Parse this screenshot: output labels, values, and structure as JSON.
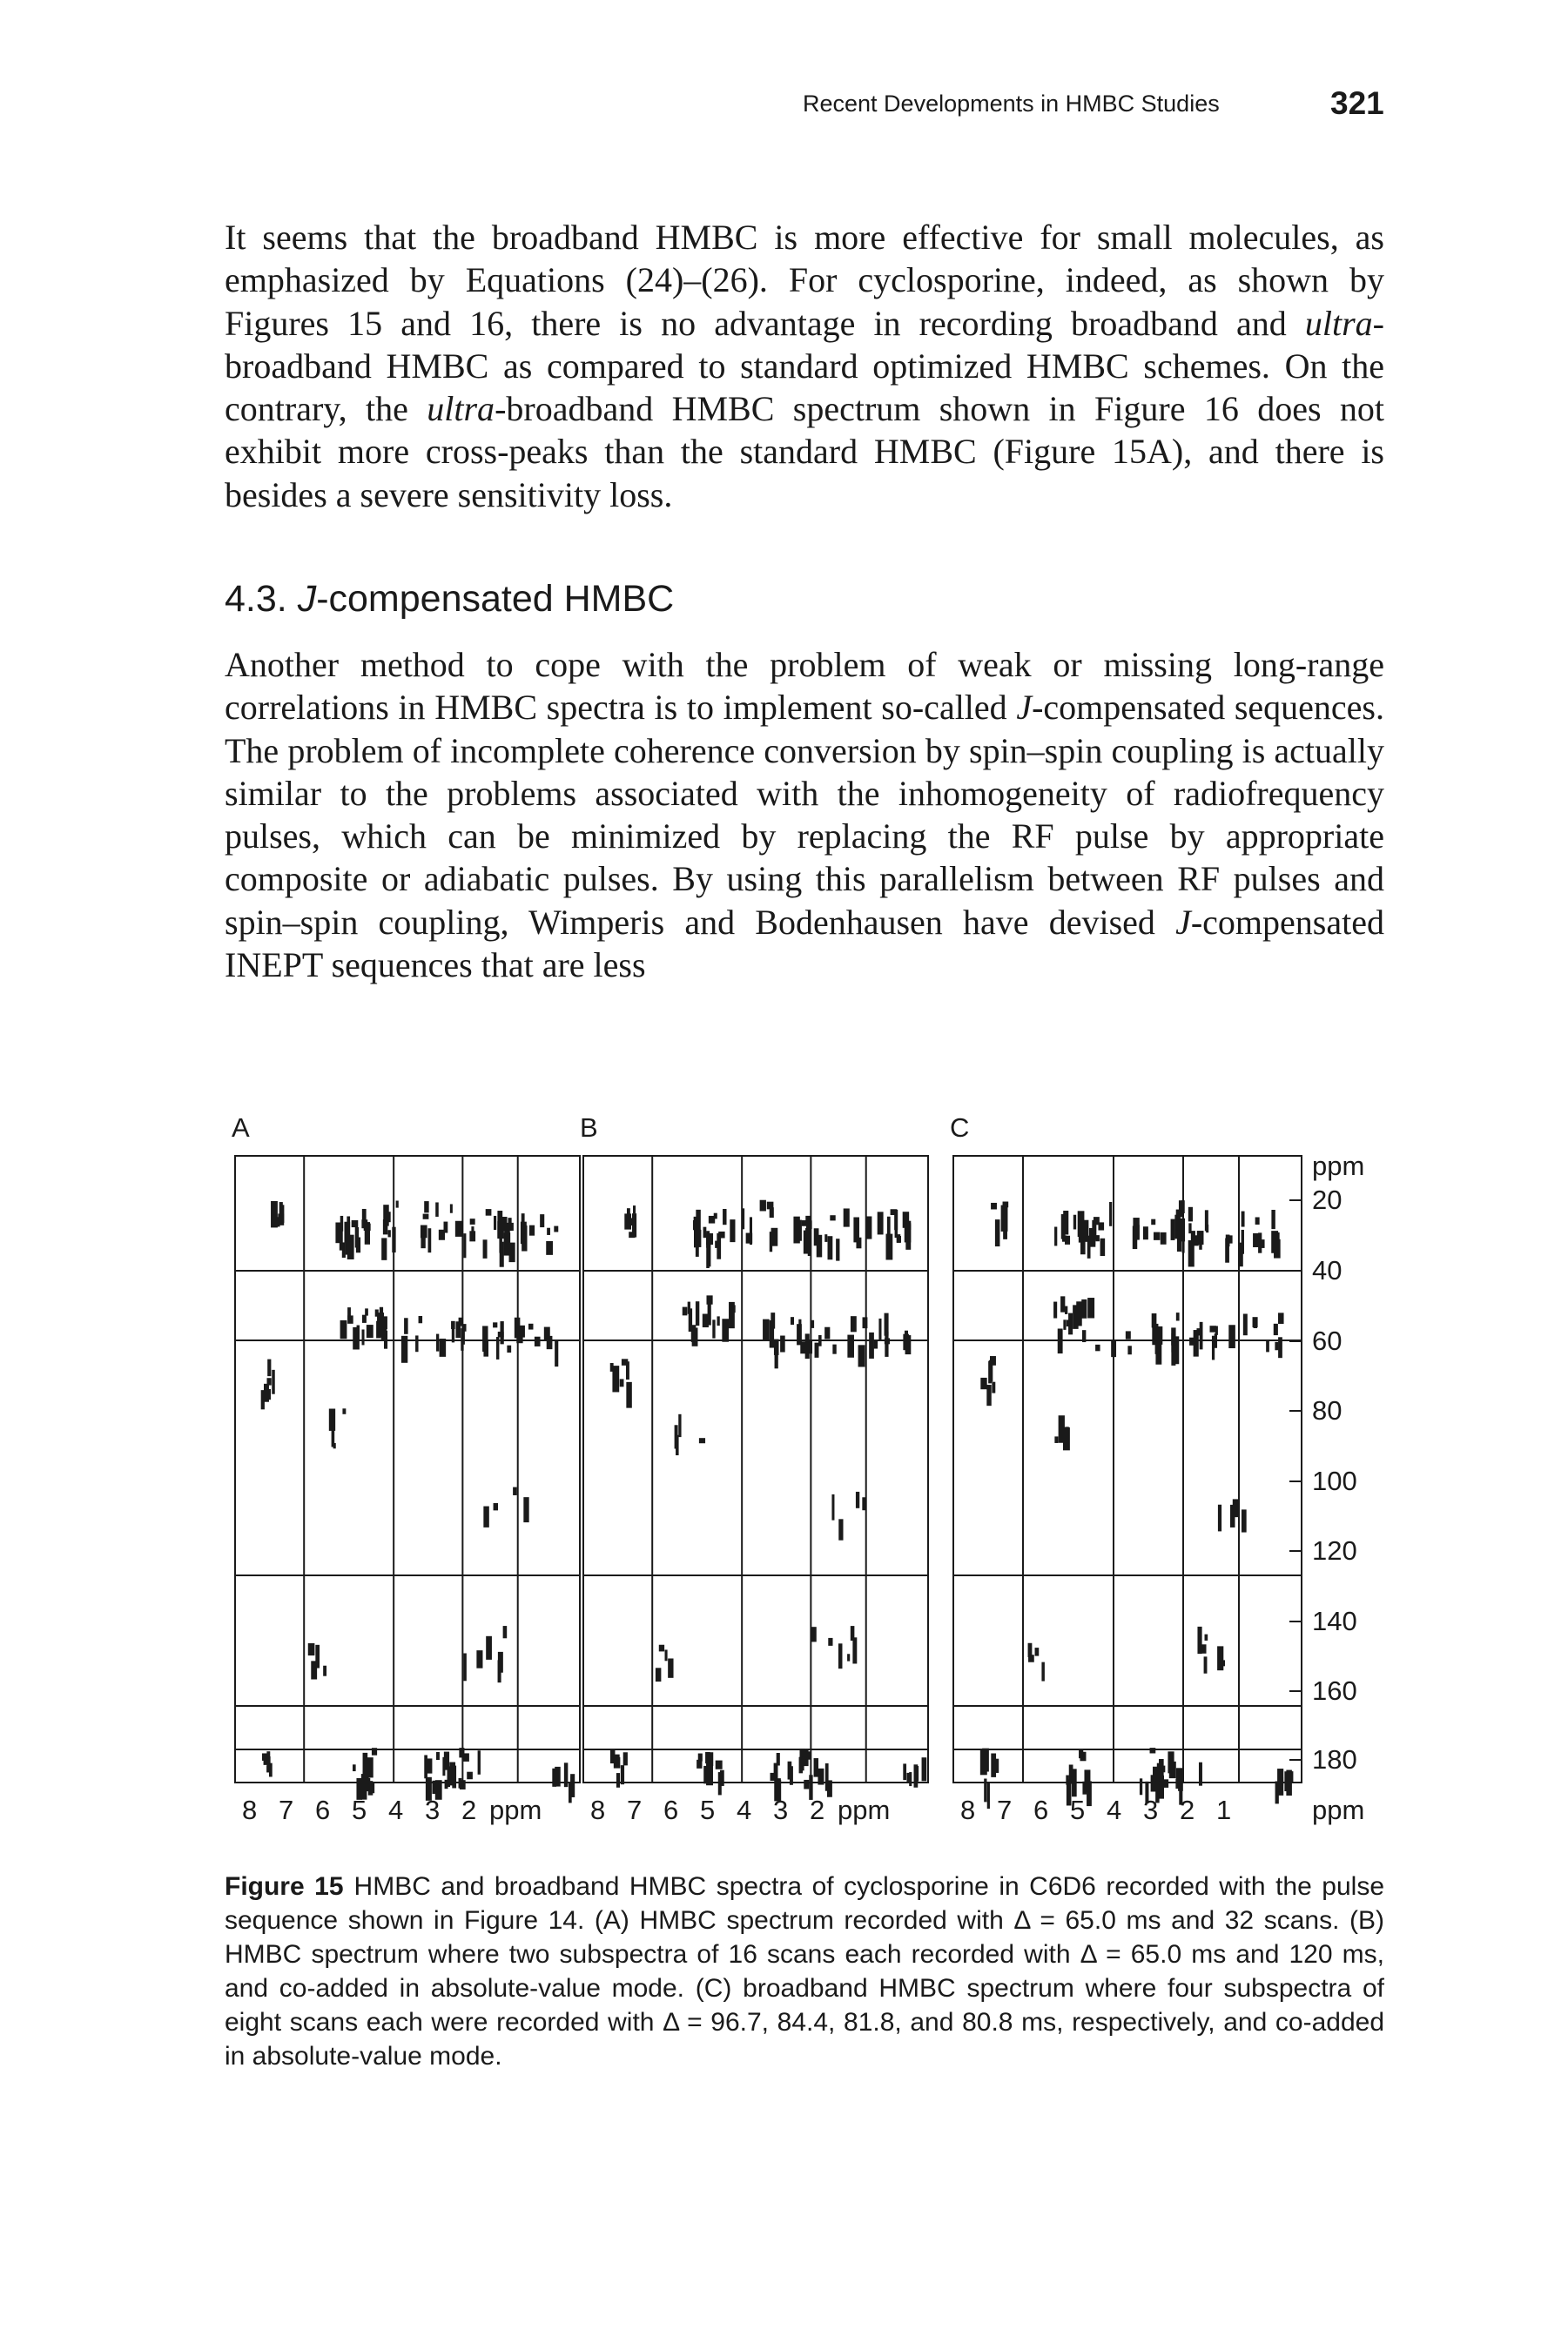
{
  "header": {
    "running_title": "Recent Developments in HMBC Studies",
    "page_number": "321"
  },
  "body": {
    "para1": {
      "text_a": "It seems that the broadband HMBC is more effective for small molecules, as emphasized by Equations (24)–(26). For cyclosporine, indeed, as shown by Figures 15 and 16, there is no advantage in recording broadband and ",
      "italic_a": "ultra",
      "text_b": "-broadband HMBC as compared to standard optimized HMBC schemes. On the contrary, the ",
      "italic_b": "ultra",
      "text_c": "-broadband HMBC spectrum shown in Figure 16 does not exhibit more cross-peaks than the standard HMBC (Figure 15A), and there is besides a severe sensitivity loss."
    },
    "section": {
      "number": "4.3.",
      "italic": "J",
      "title": "-compensated HMBC"
    },
    "para2": {
      "text_a": "Another method to cope with the problem of weak or missing long-range correlations in HMBC spectra is to implement so-called ",
      "italic_a": "J",
      "text_b": "-compensated sequences. The problem of incomplete coherence conversion by spin–spin coupling is actually similar to the problems associated with the inhomogeneity of radiofrequency pulses, which can be minimized by replacing the RF pulse by appropriate composite or adiabatic pulses. By using this parallelism between RF pulses and spin–spin coupling, Wimperis and Bodenhausen have devised ",
      "italic_b": "J",
      "text_c": "-compensated INEPT sequences that are less"
    }
  },
  "figure": {
    "panels": [
      {
        "label": "A",
        "x_ticks": [
          "8",
          "7",
          "6",
          "5",
          "4",
          "3",
          "2",
          "ppm"
        ]
      },
      {
        "label": "B",
        "x_ticks": [
          "8",
          "7",
          "6",
          "5",
          "4",
          "3",
          "2",
          "ppm"
        ]
      },
      {
        "label": "C",
        "x_ticks": [
          "8",
          "7",
          "6",
          "5",
          "4",
          "3",
          "2",
          "1"
        ]
      }
    ],
    "y_axis_unit_top": "ppm",
    "y_axis_unit_bottom": "ppm",
    "y_ticks": [
      "20",
      "40",
      "60",
      "80",
      "100",
      "120",
      "140",
      "160",
      "180"
    ],
    "ink_color": "#1a1a1a"
  },
  "caption": {
    "label": "Figure 15",
    "text": "HMBC and broadband HMBC spectra of cyclosporine in C6D6 recorded with the pulse sequence shown in Figure 14. (A) HMBC spectrum recorded with Δ = 65.0 ms and 32 scans. (B) HMBC spectrum where two subspectra of 16 scans each recorded with Δ = 65.0 ms and 120 ms, and co-added in absolute-value mode. (C) broadband HMBC spectrum where four subspectra of eight scans each were recorded with Δ = 96.7, 84.4, 81.8, and 80.8 ms, respectively, and co-added in absolute-value mode."
  }
}
